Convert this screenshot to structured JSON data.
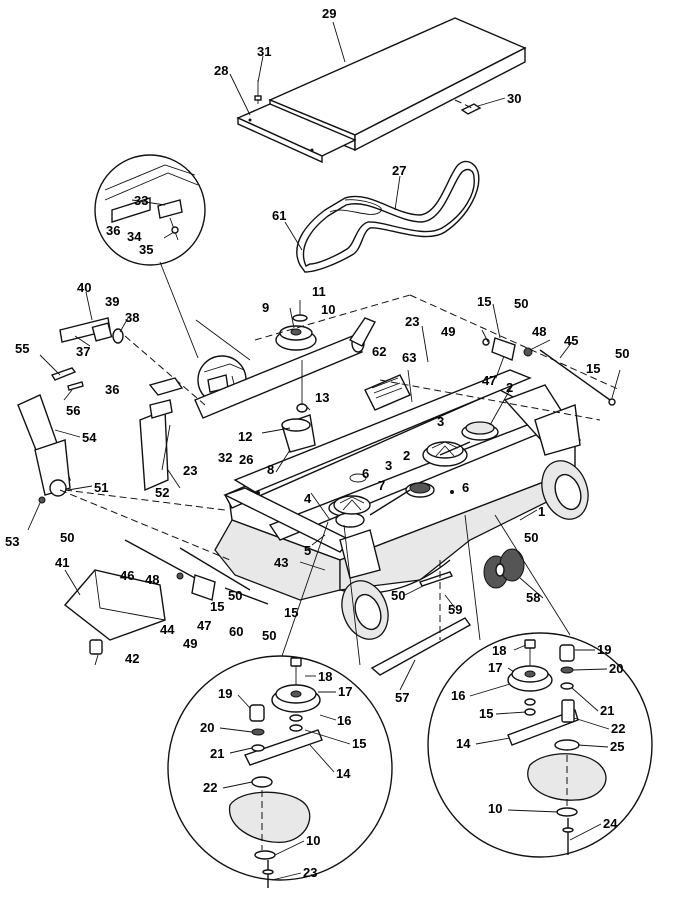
{
  "callouts": [
    {
      "id": "c29a",
      "text": "29"
    },
    {
      "id": "c31a",
      "text": "31"
    },
    {
      "id": "c28a",
      "text": "28"
    },
    {
      "id": "c30a",
      "text": "30"
    },
    {
      "id": "c27a",
      "text": "27"
    },
    {
      "id": "c61a",
      "text": "61"
    },
    {
      "id": "c33a",
      "text": "33"
    },
    {
      "id": "c36a",
      "text": "36"
    },
    {
      "id": "c34a",
      "text": "34"
    },
    {
      "id": "c35a",
      "text": "35"
    },
    {
      "id": "c40a",
      "text": "40"
    },
    {
      "id": "c39a",
      "text": "39"
    },
    {
      "id": "c38a",
      "text": "38"
    },
    {
      "id": "c37a",
      "text": "37"
    },
    {
      "id": "c55a",
      "text": "55"
    },
    {
      "id": "c56a",
      "text": "56"
    },
    {
      "id": "c36b",
      "text": "36"
    },
    {
      "id": "c54a",
      "text": "54"
    },
    {
      "id": "c51a",
      "text": "51"
    },
    {
      "id": "c53a",
      "text": "53"
    },
    {
      "id": "c50a",
      "text": "50"
    },
    {
      "id": "c9a",
      "text": "9"
    },
    {
      "id": "c11a",
      "text": "11"
    },
    {
      "id": "c10a",
      "text": "10"
    },
    {
      "id": "c13a",
      "text": "13"
    },
    {
      "id": "c12a",
      "text": "12"
    },
    {
      "id": "c8a",
      "text": "8"
    },
    {
      "id": "c32a",
      "text": "32"
    },
    {
      "id": "c26a",
      "text": "26"
    },
    {
      "id": "c23a",
      "text": "23"
    },
    {
      "id": "c52a",
      "text": "52"
    },
    {
      "id": "c23b",
      "text": "23"
    },
    {
      "id": "c62a",
      "text": "62"
    },
    {
      "id": "c63a",
      "text": "63"
    },
    {
      "id": "c15a",
      "text": "15"
    },
    {
      "id": "c50b",
      "text": "50"
    },
    {
      "id": "c49a",
      "text": "49"
    },
    {
      "id": "c48a",
      "text": "48"
    },
    {
      "id": "c45a",
      "text": "45"
    },
    {
      "id": "c47a",
      "text": "47"
    },
    {
      "id": "c50c",
      "text": "50"
    },
    {
      "id": "c15b",
      "text": "15"
    },
    {
      "id": "c2a",
      "text": "2"
    },
    {
      "id": "c3a",
      "text": "3"
    },
    {
      "id": "c2b",
      "text": "2"
    },
    {
      "id": "c3b",
      "text": "3"
    },
    {
      "id": "c6a",
      "text": "6"
    },
    {
      "id": "c6b",
      "text": "6"
    },
    {
      "id": "c7a",
      "text": "7"
    },
    {
      "id": "c4a",
      "text": "4"
    },
    {
      "id": "c5a",
      "text": "5"
    },
    {
      "id": "c1a",
      "text": "1"
    },
    {
      "id": "c50d",
      "text": "50"
    },
    {
      "id": "c43a",
      "text": "43"
    },
    {
      "id": "c58a",
      "text": "58"
    },
    {
      "id": "c50e",
      "text": "50"
    },
    {
      "id": "c59a",
      "text": "59"
    },
    {
      "id": "c41a",
      "text": "41"
    },
    {
      "id": "c46a",
      "text": "46"
    },
    {
      "id": "c48b",
      "text": "48"
    },
    {
      "id": "c50f",
      "text": "50"
    },
    {
      "id": "c15c",
      "text": "15"
    },
    {
      "id": "c15d",
      "text": "15"
    },
    {
      "id": "c44a",
      "text": "44"
    },
    {
      "id": "c47b",
      "text": "47"
    },
    {
      "id": "c49b",
      "text": "49"
    },
    {
      "id": "c60a",
      "text": "60"
    },
    {
      "id": "c50g",
      "text": "50"
    },
    {
      "id": "c42a",
      "text": "42"
    },
    {
      "id": "c57a",
      "text": "57"
    },
    {
      "id": "c18a",
      "text": "18"
    },
    {
      "id": "c17a",
      "text": "17"
    },
    {
      "id": "c19a",
      "text": "19"
    },
    {
      "id": "c16a",
      "text": "16"
    },
    {
      "id": "c20a",
      "text": "20"
    },
    {
      "id": "c15e",
      "text": "15"
    },
    {
      "id": "c21a",
      "text": "21"
    },
    {
      "id": "c14a",
      "text": "14"
    },
    {
      "id": "c22a",
      "text": "22"
    },
    {
      "id": "c10b",
      "text": "10"
    },
    {
      "id": "c23c",
      "text": "23"
    },
    {
      "id": "c18b",
      "text": "18"
    },
    {
      "id": "c19b",
      "text": "19"
    },
    {
      "id": "c17b",
      "text": "17"
    },
    {
      "id": "c20b",
      "text": "20"
    },
    {
      "id": "c16b",
      "text": "16"
    },
    {
      "id": "c21b",
      "text": "21"
    },
    {
      "id": "c15f",
      "text": "15"
    },
    {
      "id": "c22b",
      "text": "22"
    },
    {
      "id": "c14b",
      "text": "14"
    },
    {
      "id": "c25a",
      "text": "25"
    },
    {
      "id": "c10c",
      "text": "10"
    },
    {
      "id": "c24a",
      "text": "24"
    }
  ]
}
